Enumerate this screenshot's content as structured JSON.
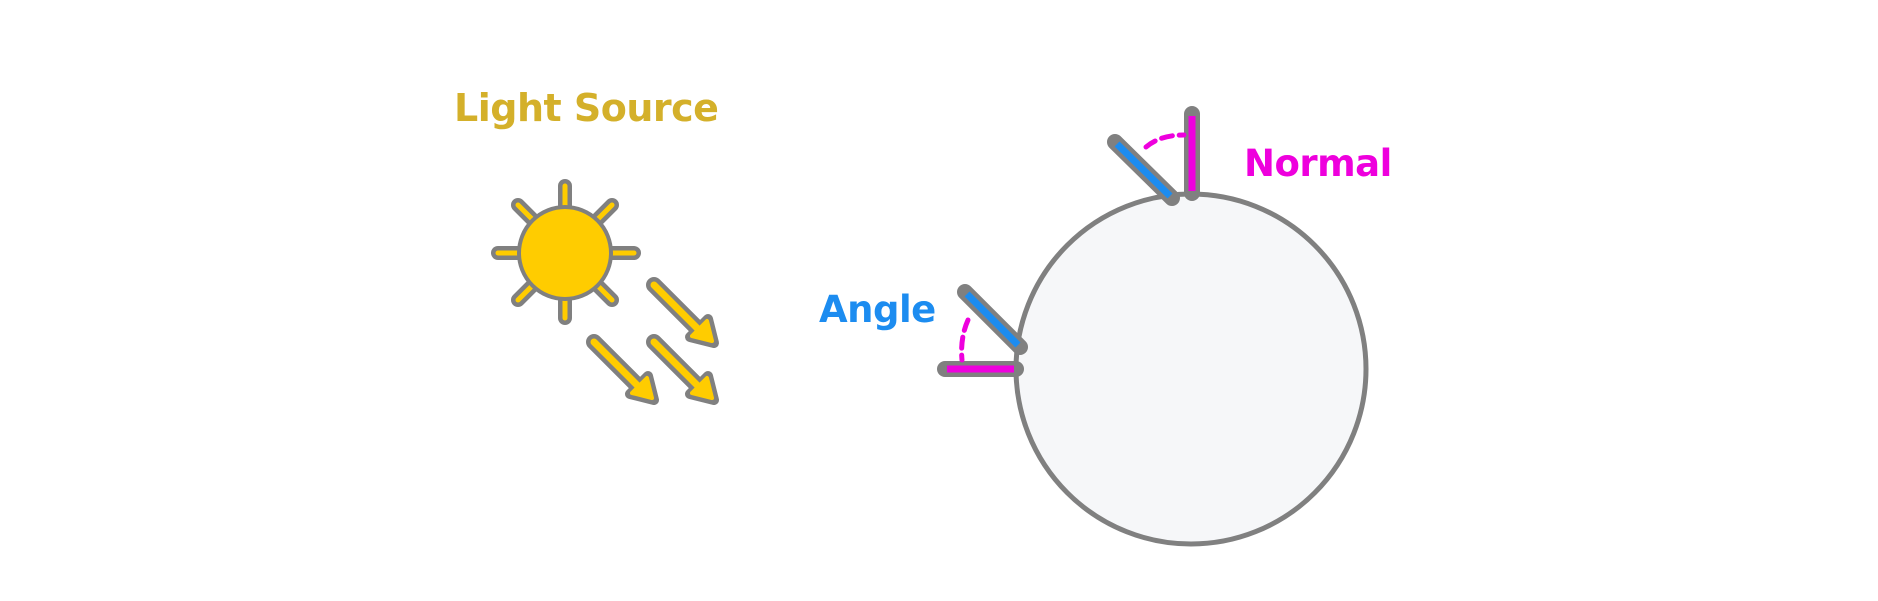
{
  "labels": {
    "light_source": "Light Source",
    "normal": "Normal",
    "angle": "Angle"
  },
  "colors": {
    "background": "#ffffff",
    "outline": "#808080",
    "sun": "#ffcc00",
    "light_source_text": "#d4b02a",
    "normal": "#ee00dd",
    "angle": "#1c8cf0",
    "sphere_fill": "#f6f7f9"
  },
  "icons": [
    "sun-icon",
    "light-ray-arrow-icon"
  ]
}
